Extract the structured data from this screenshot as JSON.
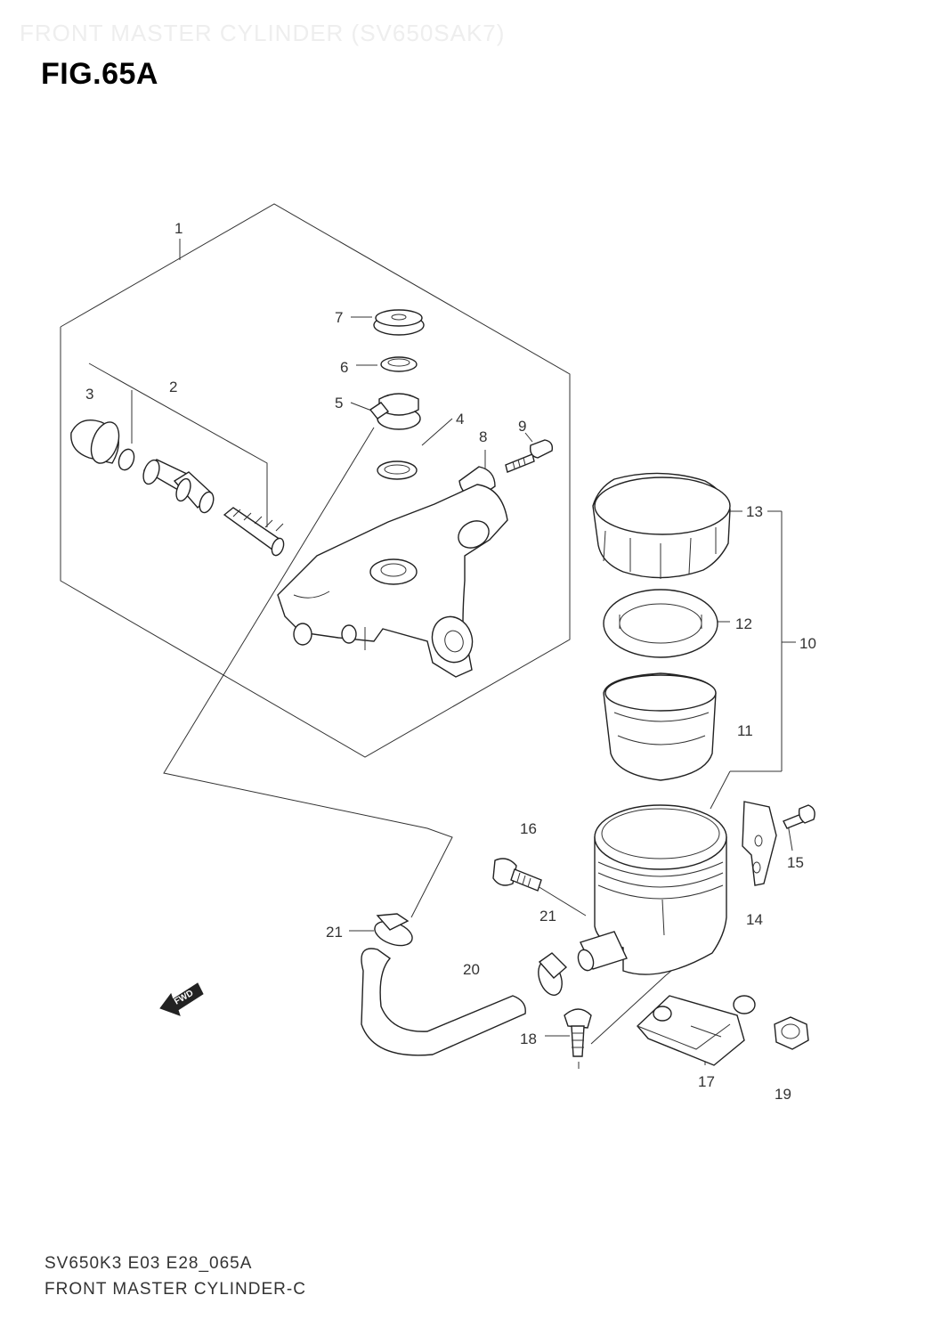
{
  "header": {
    "faded_title": "FRONT MASTER CYLINDER (SV650SAK7)",
    "figure_title": "FIG.65A"
  },
  "callouts": {
    "p1": "1",
    "p2": "2",
    "p3": "3",
    "p4": "4",
    "p5": "5",
    "p6": "6",
    "p7": "7",
    "p8": "8",
    "p9": "9",
    "p10": "10",
    "p11": "11",
    "p12": "12",
    "p13": "13",
    "p14": "14",
    "p15": "15",
    "p16": "16",
    "p17": "17",
    "p18": "18",
    "p19": "19",
    "p20": "20",
    "p21a": "21",
    "p21b": "21"
  },
  "direction_badge": "FWD",
  "footer": {
    "code": "SV650K3 E03 E28_065A",
    "name": "FRONT MASTER CYLINDER-C"
  }
}
